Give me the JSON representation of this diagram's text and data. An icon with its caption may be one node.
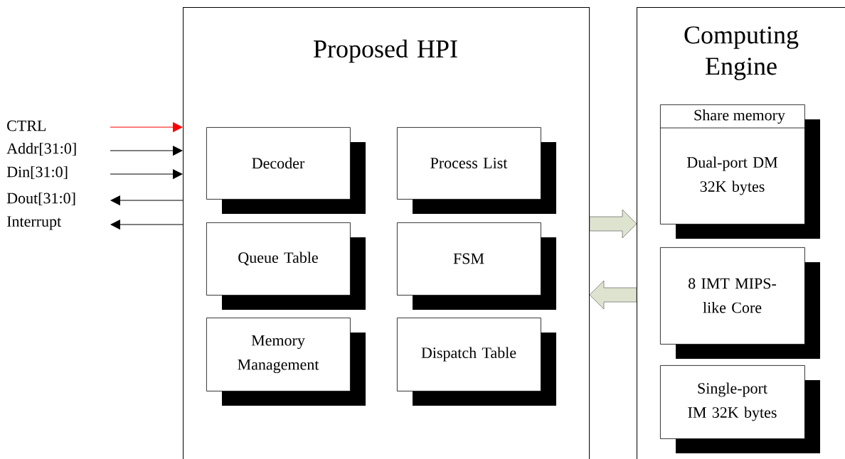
{
  "diagram": {
    "nodes": [
      {
        "text": [
          "Proposed HPI"
        ]
      },
      {
        "text": [
          "Decoder"
        ],
        "in": 0
      },
      {
        "text": [
          "Process List"
        ],
        "in": 0
      },
      {
        "text": [
          "Queue Table"
        ],
        "in": 0
      },
      {
        "text": [
          "FSM"
        ],
        "in": 0
      },
      {
        "text": [
          "Memory Management"
        ],
        "in": 0
      },
      {
        "text": [
          "Dispatch Table"
        ],
        "in": 0
      },
      {
        "text": [
          "Computing Engine"
        ]
      },
      {
        "text": [
          "Share memory",
          "Dual-port DM 32K bytes"
        ],
        "in": 7
      },
      {
        "text": [
          "8 IMT MIPS-like Core"
        ],
        "in": 7
      },
      {
        "text": [
          "Single-port IM 32K bytes"
        ],
        "in": 7
      }
    ],
    "edges": [
      {
        "from": null,
        "to": 0,
        "arrow": "to",
        "label": "CTRL",
        "color": "#ff0000"
      },
      {
        "from": null,
        "to": 0,
        "arrow": "to",
        "label": "Addr[31:0]"
      },
      {
        "from": null,
        "to": 0,
        "arrow": "to",
        "label": "Din[31:0]"
      },
      {
        "from": 0,
        "to": null,
        "arrow": "to",
        "label": "Dout[31:0]"
      },
      {
        "from": 0,
        "to": null,
        "arrow": "to",
        "label": "Interrupt"
      },
      {
        "from": 0,
        "to": 7,
        "arrow": "to",
        "style": "thick",
        "color": "#dde3cf"
      },
      {
        "from": 7,
        "to": 0,
        "arrow": "to",
        "style": "thick",
        "color": "#dde3cf"
      }
    ]
  }
}
